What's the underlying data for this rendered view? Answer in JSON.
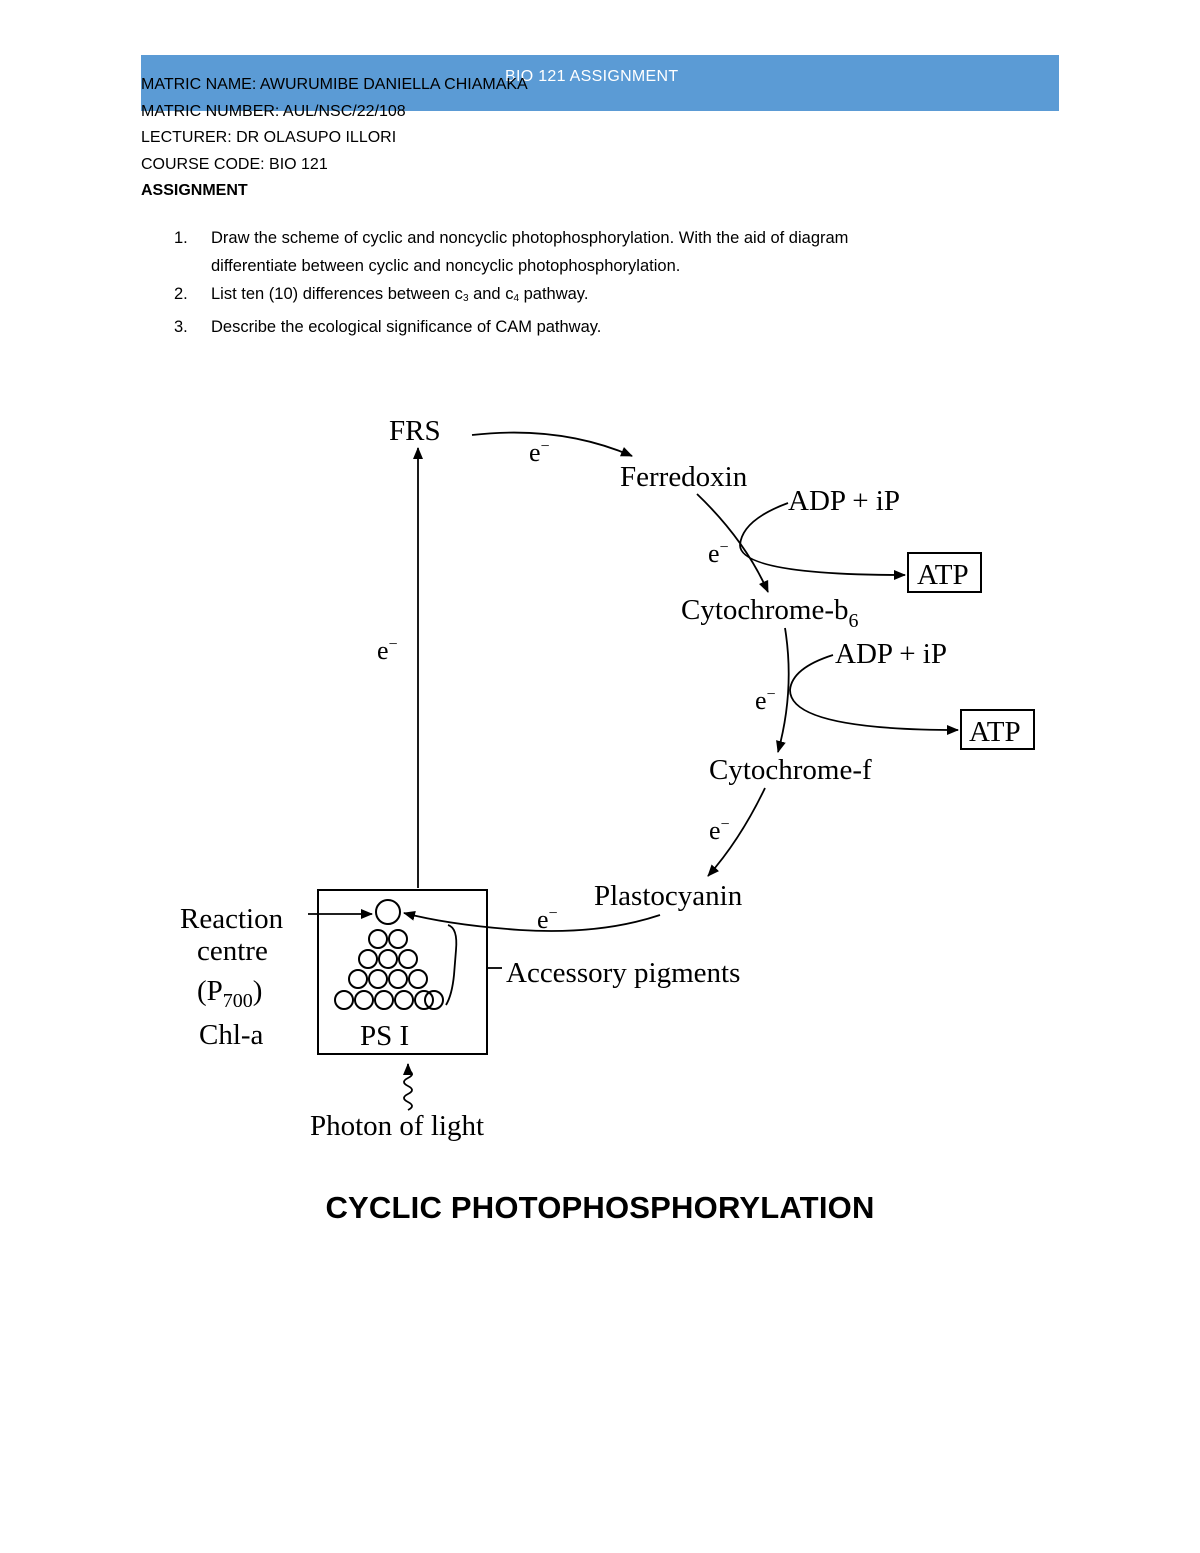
{
  "header": {
    "title": "BIO 121 ASSIGNMENT"
  },
  "info": {
    "name": "MATRIC NAME: AWURUMIBE DANIELLA CHIAMAKA",
    "number": "MATRIC NUMBER: AUL/NSC/22/108",
    "lecturer": "LECTURER: DR OLASUPO ILLORI",
    "course": "COURSE CODE: BIO 121",
    "heading": "ASSIGNMENT"
  },
  "questions": [
    {
      "num": "1.",
      "line1": "Draw the scheme of cyclic and noncyclic photophosphorylation. With the aid of diagram",
      "line2": "differentiate between cyclic and noncyclic photophosphorylation."
    },
    {
      "num": "2.",
      "pre": "List ten (10) differences between c",
      "sub1": "3",
      "mid": " and c",
      "sub2": "4",
      "post": " pathway."
    },
    {
      "num": "3.",
      "text": "Describe the ecological significance of CAM pathway."
    }
  ],
  "diagram": {
    "frs": "FRS",
    "ferredoxin": "Ferredoxin",
    "adp_ip": "ADP + iP",
    "atp": "ATP",
    "cytochrome_b": "Cytochrome-b",
    "b_sub": "6",
    "cytochrome_f": "Cytochrome-f",
    "plastocyanin": "Plastocyanin",
    "electron": "e",
    "electron_sup": "−",
    "reaction": "Reaction",
    "centre": "centre",
    "p_open": "(P",
    "p_sub": "700",
    "p_close": ")",
    "chl": "Chl-a",
    "psi": "PS I",
    "accessory": "Accessory pigments",
    "photon": "Photon of light"
  },
  "caption": "CYCLIC PHOTOPHOSPHORYLATION"
}
